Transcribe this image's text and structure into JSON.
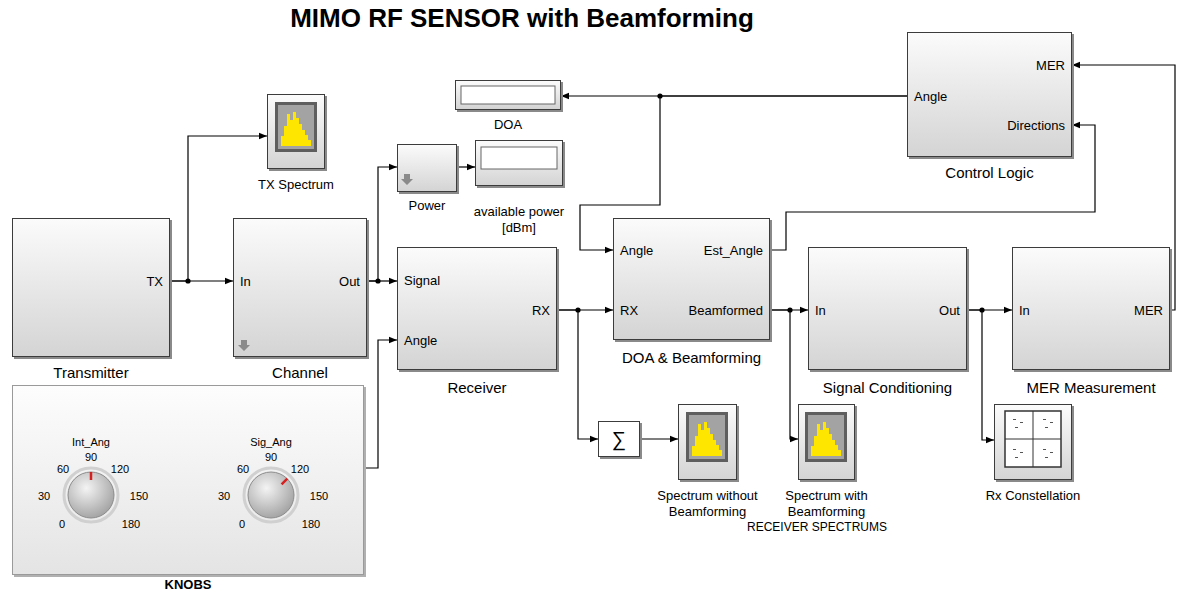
{
  "diagram": {
    "title": "MIMO RF SENSOR with Beamforming",
    "nodes": [
      {
        "text": [
          "Angle",
          "MER",
          "Directions",
          "Control Logic"
        ]
      },
      {
        "text": [
          "DOA"
        ]
      },
      {
        "text": [
          "TX Spectrum"
        ]
      },
      {
        "text": [
          "Power"
        ]
      },
      {
        "text": [
          "available power [dBm]"
        ]
      },
      {
        "text": [
          "TX",
          "Transmitter"
        ]
      },
      {
        "text": [
          "In",
          "Out",
          "Channel"
        ]
      },
      {
        "text": [
          "Signal",
          "Angle",
          "RX",
          "Receiver"
        ]
      },
      {
        "text": [
          "Angle",
          "RX",
          "Est_Angle",
          "Beamformed",
          "DOA & Beamforming"
        ]
      },
      {
        "text": [
          "In",
          "Out",
          "Signal Conditioning"
        ]
      },
      {
        "text": [
          "In",
          "MER",
          "MER Measurement"
        ]
      },
      {
        "text": [
          "KNOBS"
        ]
      },
      {
        "text": [
          "Int_Ang",
          "0",
          "30",
          "60",
          "90",
          "120",
          "150",
          "180"
        ],
        "in": 11
      },
      {
        "text": [
          "Sig_Ang",
          "0",
          "30",
          "60",
          "90",
          "120",
          "150",
          "180"
        ],
        "in": 11
      },
      {
        "text": [
          "∑"
        ]
      },
      {
        "text": [
          "Spectrum without Beamforming"
        ]
      },
      {
        "text": [
          "Spectrum with Beamforming"
        ]
      },
      {
        "text": [
          "Rx Constellation"
        ]
      }
    ],
    "edges": [
      {
        "from": 5,
        "to": 2,
        "arrow": "to"
      },
      {
        "from": 5,
        "to": 6,
        "arrow": "to"
      },
      {
        "from": 6,
        "to": 3,
        "arrow": "to"
      },
      {
        "from": 6,
        "to": 7,
        "arrow": "to"
      },
      {
        "from": 3,
        "to": 4,
        "arrow": "to"
      },
      {
        "from": 11,
        "to": 7,
        "arrow": "to"
      },
      {
        "from": 7,
        "to": 8,
        "arrow": "to"
      },
      {
        "from": 7,
        "to": 14,
        "arrow": "to"
      },
      {
        "from": 14,
        "to": 15,
        "arrow": "to"
      },
      {
        "from": 8,
        "to": 9,
        "arrow": "to"
      },
      {
        "from": 8,
        "to": 16,
        "arrow": "to"
      },
      {
        "from": 8,
        "to": 0,
        "arrow": "to"
      },
      {
        "from": 9,
        "to": 10,
        "arrow": "to"
      },
      {
        "from": 9,
        "to": 17,
        "arrow": "to"
      },
      {
        "from": 10,
        "to": 0,
        "arrow": "to"
      },
      {
        "from": 0,
        "to": 1,
        "arrow": "to"
      },
      {
        "from": 0,
        "to": 8,
        "arrow": "to"
      }
    ],
    "labels": [
      "RECEIVER SPECTRUMS"
    ]
  }
}
